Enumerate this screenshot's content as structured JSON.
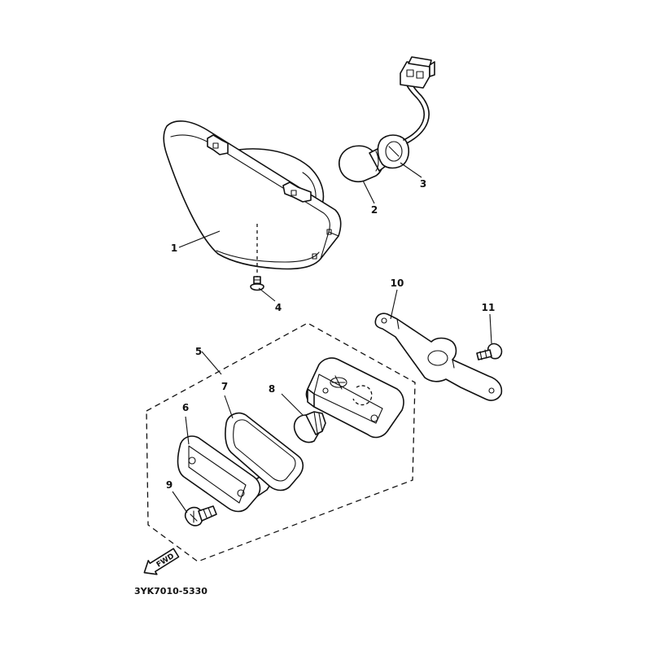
{
  "diagram": {
    "drawing_code": "3YK7010-5330",
    "direction_arrow_label": "FWD",
    "callouts": [
      "1",
      "2",
      "3",
      "4",
      "5",
      "6",
      "7",
      "8",
      "9",
      "10",
      "11"
    ]
  }
}
